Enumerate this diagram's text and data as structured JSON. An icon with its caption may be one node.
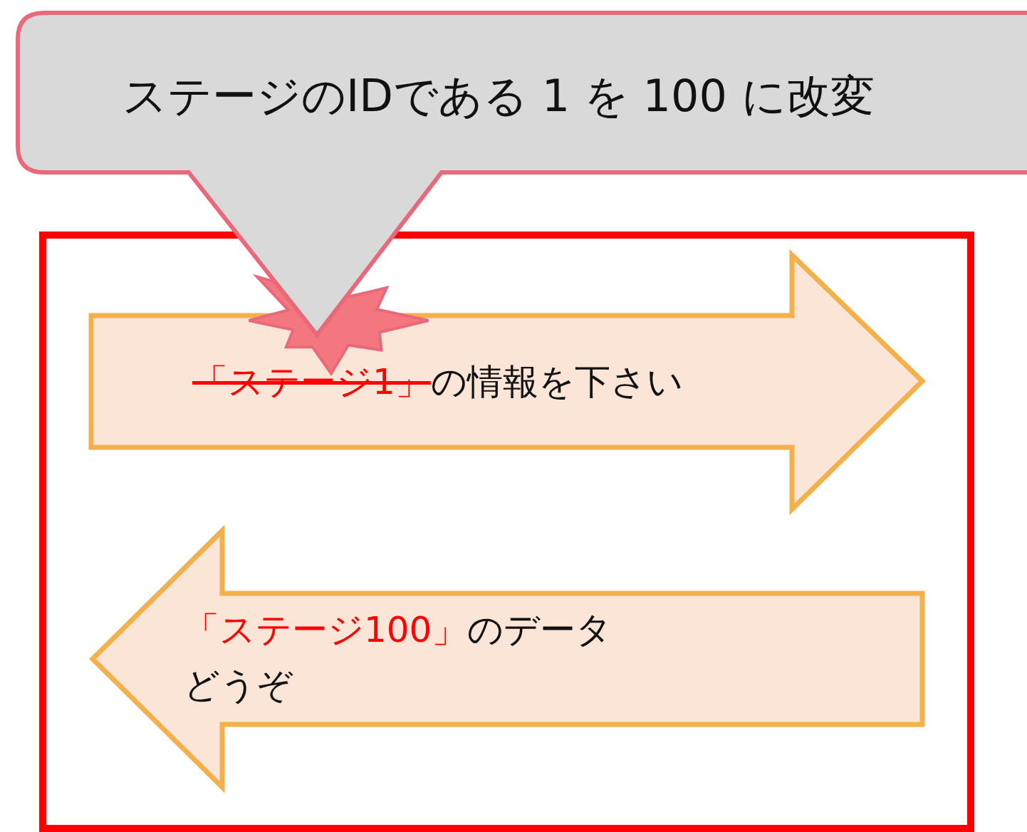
{
  "diagram": {
    "nodes": [
      {
        "text": [
          "ステージのIDである 1 を 100 に改変"
        ]
      },
      {
        "text": [],
        "shape": "box"
      },
      {
        "text": [
          "「ステージ1」",
          "の情報を下さい"
        ],
        "in": 1
      },
      {
        "text": [
          "「ステージ100」",
          "のデータ",
          "どうぞ"
        ],
        "in": 1
      }
    ]
  }
}
